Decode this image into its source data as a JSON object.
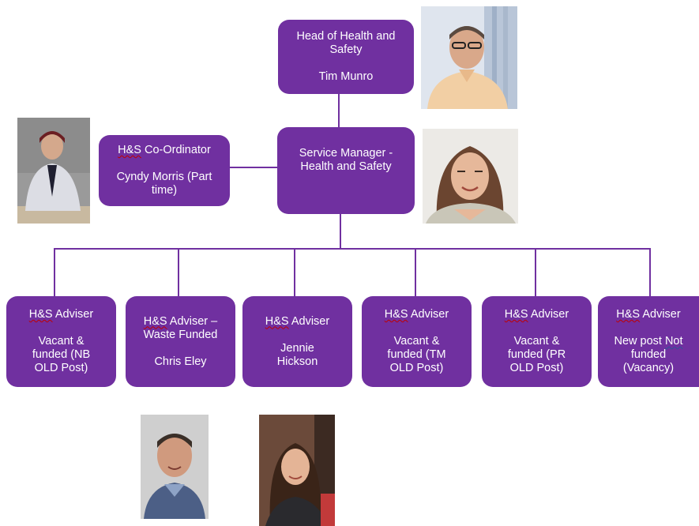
{
  "head": {
    "title": "Head of Health and\nSafety",
    "name": "Tim Munro",
    "photo": "man-glasses-photo"
  },
  "service_manager": {
    "title": "Service Manager -\nHealth and Safety",
    "photo": "woman-smiling-photo"
  },
  "coordinator": {
    "title_abbr": "H&S",
    "title_rest": " Co-Ordinator",
    "name": "Cyndy Morris (Part\ntime)",
    "photo": "woman-seated-photo"
  },
  "advisers": [
    {
      "title_abbr": "H&S",
      "title_rest": " Adviser",
      "detail": "Vacant &\nfunded (NB\nOLD Post)"
    },
    {
      "title_abbr": "H&S",
      "title_rest": " Adviser –\nWaste Funded",
      "detail": "Chris Eley",
      "photo": "man-portrait-photo"
    },
    {
      "title_abbr": "H&S",
      "title_rest": " Adviser",
      "detail": "Jennie\nHickson",
      "photo": "woman-portrait-photo"
    },
    {
      "title_abbr": "H&S",
      "title_rest": " Adviser",
      "detail": "Vacant &\nfunded (TM\nOLD Post)"
    },
    {
      "title_abbr": "H&S",
      "title_rest": " Adviser",
      "detail": "Vacant &\nfunded (PR\nOLD Post)"
    },
    {
      "title_abbr": "H&S",
      "title_rest": " Adviser",
      "detail_a": "New post ",
      "detail_b": "Not",
      "detail_c": "\nfunded\n(Vacancy)"
    }
  ],
  "colors": {
    "box": "#7030a0",
    "text": "#ffffff"
  }
}
